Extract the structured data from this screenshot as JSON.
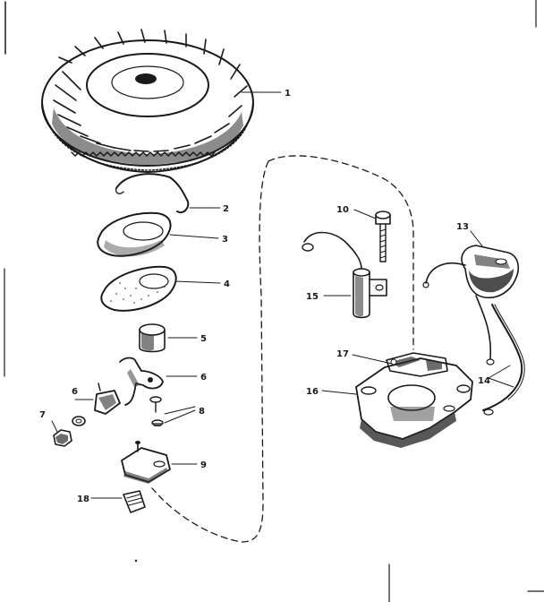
{
  "diagram": {
    "callouts": [
      {
        "id": "callout-1",
        "text": "1"
      },
      {
        "id": "callout-2",
        "text": "2"
      },
      {
        "id": "callout-3",
        "text": "3"
      },
      {
        "id": "callout-4",
        "text": "4"
      },
      {
        "id": "callout-5",
        "text": "5"
      },
      {
        "id": "callout-6a",
        "text": "6"
      },
      {
        "id": "callout-6b",
        "text": "6"
      },
      {
        "id": "callout-7",
        "text": "7"
      },
      {
        "id": "callout-8",
        "text": "8"
      },
      {
        "id": "callout-9",
        "text": "9"
      },
      {
        "id": "callout-10",
        "text": "10"
      },
      {
        "id": "callout-13",
        "text": "13"
      },
      {
        "id": "callout-14",
        "text": "14"
      },
      {
        "id": "callout-15",
        "text": "15"
      },
      {
        "id": "callout-16",
        "text": "16"
      },
      {
        "id": "callout-17",
        "text": "17"
      },
      {
        "id": "callout-18",
        "text": "18"
      }
    ]
  }
}
